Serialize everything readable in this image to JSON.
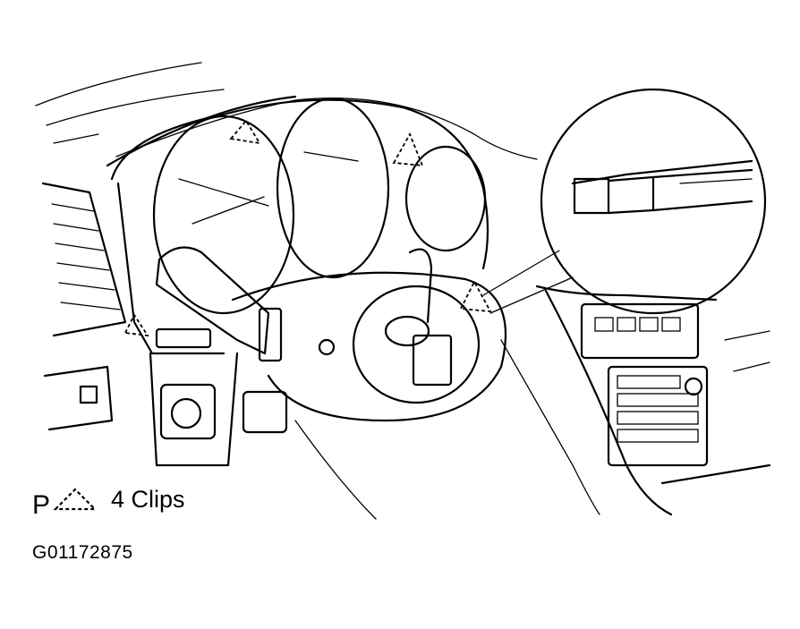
{
  "legend": {
    "marker": "P",
    "label": "4 Clips"
  },
  "figure_id": "G01172875",
  "icons": {
    "clip_symbol": "dashed-triangle-clip-icon",
    "detail_view": "magnifier-circle-icon"
  }
}
